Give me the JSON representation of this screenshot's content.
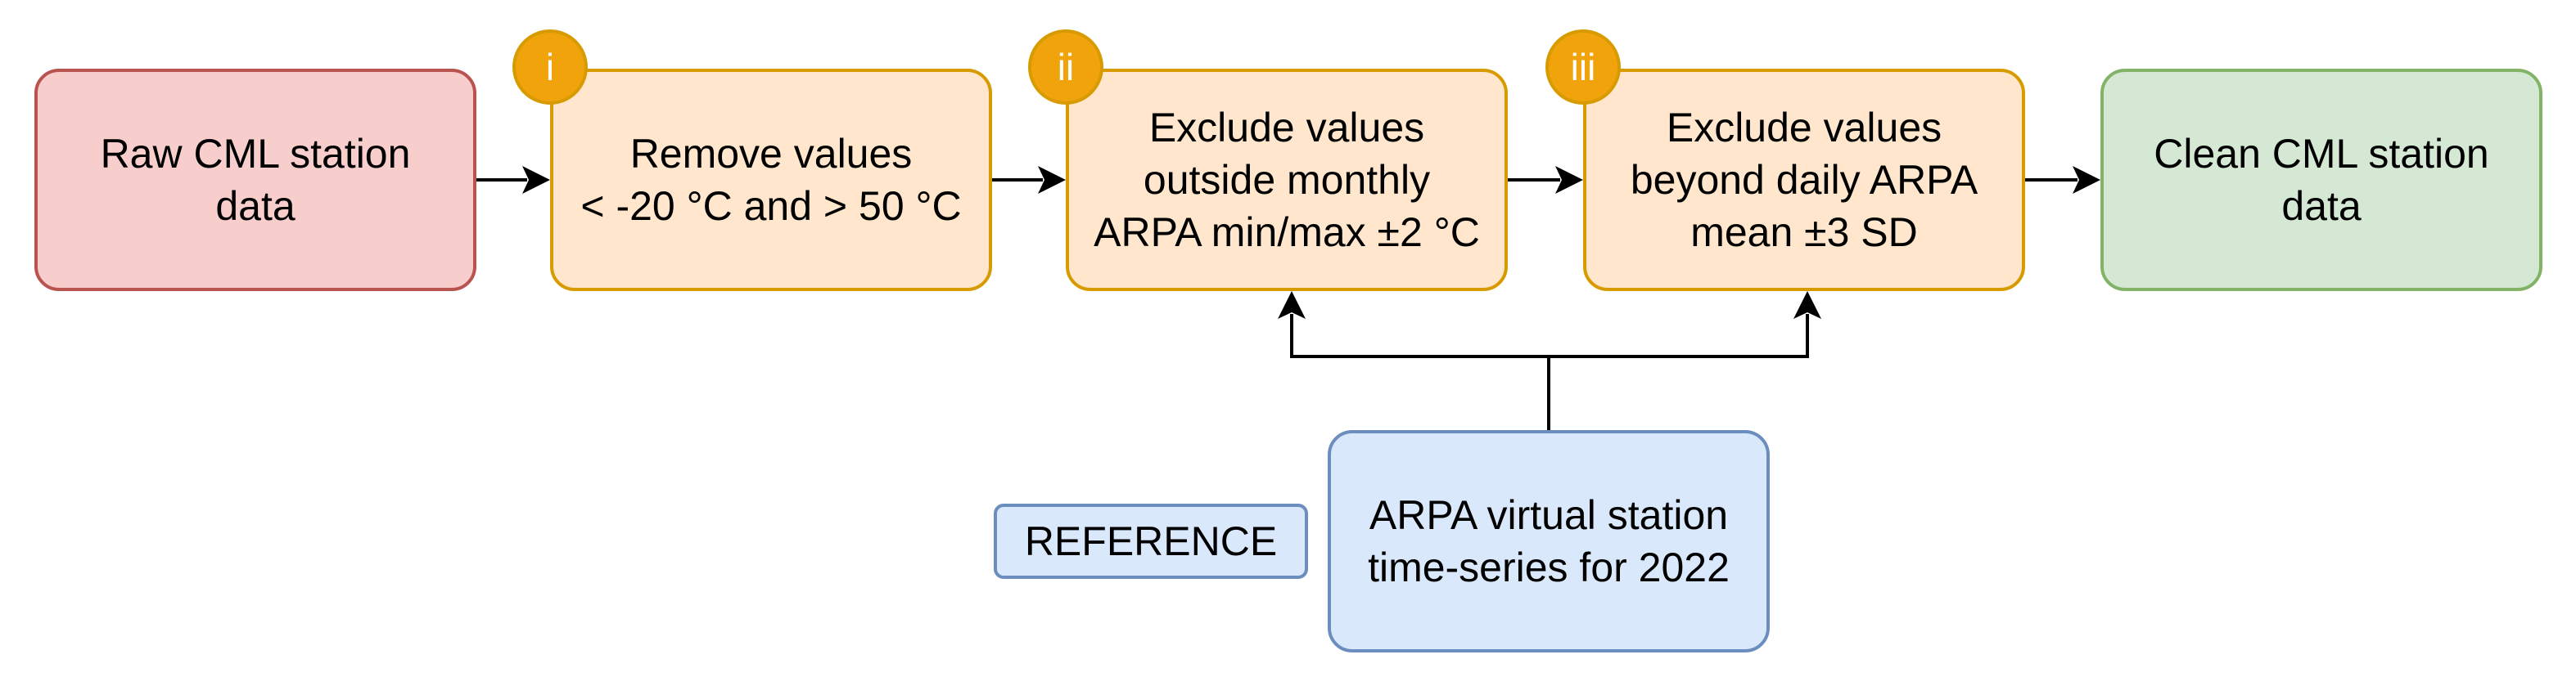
{
  "colors": {
    "raw_fill": "#f8cecc",
    "raw_stroke": "#b85450",
    "step_fill": "#ffe6cc",
    "step_stroke": "#d79b00",
    "badge_fill": "#f0a30a",
    "badge_stroke": "#d79b00",
    "clean_fill": "#d5e8d4",
    "clean_stroke": "#82b366",
    "ref_fill": "#dae8fc",
    "ref_stroke": "#6c8ebf",
    "line": "#000000"
  },
  "nodes": {
    "raw": {
      "label": "Raw CML station\ndata"
    },
    "step1": {
      "label": "Remove values\n< -20 °C and > 50 °C",
      "badge": "i"
    },
    "step2": {
      "label": "Exclude values\noutside monthly\nARPA min/max ±2 °C",
      "badge": "ii"
    },
    "step3": {
      "label": "Exclude values\nbeyond daily ARPA\nmean ±3 SD",
      "badge": "iii"
    },
    "clean": {
      "label": "Clean CML station\ndata"
    },
    "reference": {
      "label": "ARPA virtual station\ntime-series for 2022",
      "tag": "REFERENCE"
    }
  }
}
